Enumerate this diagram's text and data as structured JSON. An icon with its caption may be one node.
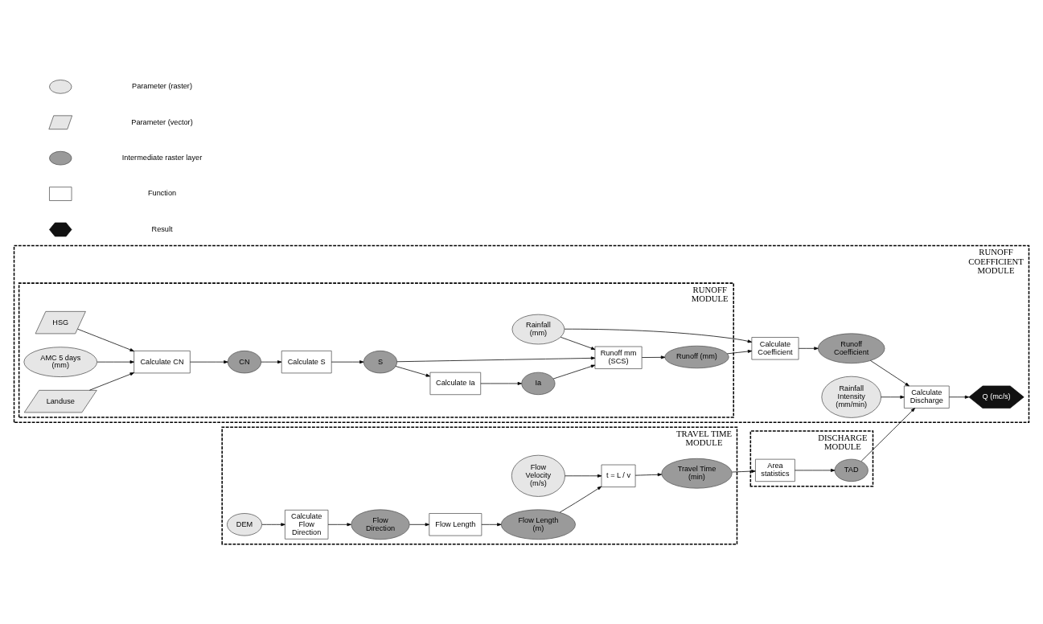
{
  "diagram": {
    "nodes": [
      {
        "text": [
          "RUNOFF COEFFICIENT MODULE"
        ]
      },
      {
        "text": [
          "RUNOFF MODULE"
        ],
        "in": 0
      },
      {
        "text": [
          "HSG"
        ],
        "in": 1
      },
      {
        "text": [
          "Rainfall Intensity (mm/min)"
        ],
        "in": 0
      },
      {
        "text": [
          "AMC 5 days (mm)"
        ],
        "in": 1
      },
      {
        "text": [
          "Calculate CN"
        ],
        "in": 1
      },
      {
        "text": [
          "CN"
        ],
        "in": 1
      },
      {
        "text": [
          "Calculate Ia"
        ],
        "in": 1
      },
      {
        "text": [
          "Calculate S"
        ],
        "in": 1
      },
      {
        "text": [
          "S"
        ],
        "in": 1
      },
      {
        "text": [
          "Ia"
        ],
        "in": 1
      },
      {
        "text": [
          "Landuse"
        ],
        "in": 1
      },
      {
        "text": [
          "Runoff mm (SCS)"
        ],
        "in": 1
      },
      {
        "text": [
          "Runoff (mm)"
        ],
        "in": 1
      },
      {
        "text": [
          "Calculate Coefficient"
        ],
        "in": 0
      },
      {
        "text": [
          "Runoff Coefficient"
        ],
        "in": 0
      },
      {
        "text": [
          "Calculate Discharge"
        ],
        "in": 0
      },
      {
        "text": [
          "Q (mc/s)"
        ],
        "in": 0
      },
      {
        "text": [
          "Rainfall (mm)"
        ],
        "in": 1
      },
      {
        "text": [
          "TRAVEL TIME MODULE"
        ]
      },
      {
        "text": [
          "Flow Velocity (m/s)"
        ],
        "in": 19
      },
      {
        "text": [
          "t = L / v"
        ],
        "in": 19
      },
      {
        "text": [
          "Travel Time (min)"
        ],
        "in": 19
      },
      {
        "text": [
          "DISCHARGE MODULE"
        ]
      },
      {
        "text": [
          "Area statistics"
        ],
        "in": 23
      },
      {
        "text": [
          "TAD"
        ],
        "in": 23
      },
      {
        "text": [
          "DEM"
        ],
        "in": 19
      },
      {
        "text": [
          "Calculate Flow Direction"
        ],
        "in": 19
      },
      {
        "text": [
          "Flow Direction"
        ],
        "in": 19
      },
      {
        "text": [
          "Flow Length"
        ],
        "in": 19
      },
      {
        "text": [
          "Flow Length (m)"
        ],
        "in": 19
      }
    ],
    "edges": [
      {
        "from": 2,
        "to": 5,
        "arrow": "to"
      },
      {
        "from": 4,
        "to": 5,
        "arrow": "to"
      },
      {
        "from": 11,
        "to": 5,
        "arrow": "to"
      },
      {
        "from": 5,
        "to": 6,
        "arrow": "to"
      },
      {
        "from": 6,
        "to": 8,
        "arrow": "to"
      },
      {
        "from": 8,
        "to": 9,
        "arrow": "to"
      },
      {
        "from": 9,
        "to": 7,
        "arrow": "to"
      },
      {
        "from": 9,
        "to": 12,
        "arrow": "to"
      },
      {
        "from": 7,
        "to": 10,
        "arrow": "to"
      },
      {
        "from": 10,
        "to": 12,
        "arrow": "to"
      },
      {
        "from": 12,
        "to": 13,
        "arrow": "to"
      },
      {
        "from": 13,
        "to": 14,
        "arrow": "to"
      },
      {
        "from": 18,
        "to": 12,
        "arrow": "to"
      },
      {
        "from": 18,
        "to": 14,
        "arrow": "to"
      },
      {
        "from": 14,
        "to": 15,
        "arrow": "to"
      },
      {
        "from": 15,
        "to": 16,
        "arrow": "to"
      },
      {
        "from": 3,
        "to": 16,
        "arrow": "to"
      },
      {
        "from": 16,
        "to": 17,
        "arrow": "to"
      },
      {
        "from": 20,
        "to": 21,
        "arrow": "to"
      },
      {
        "from": 21,
        "to": 22,
        "arrow": "to"
      },
      {
        "from": 22,
        "to": 24,
        "arrow": "to"
      },
      {
        "from": 24,
        "to": 25,
        "arrow": "to"
      },
      {
        "from": 25,
        "to": 16,
        "arrow": "to"
      },
      {
        "from": 26,
        "to": 27,
        "arrow": "to"
      },
      {
        "from": 27,
        "to": 28,
        "arrow": "to"
      },
      {
        "from": 28,
        "to": 29,
        "arrow": "to"
      },
      {
        "from": 29,
        "to": 30,
        "arrow": "to"
      },
      {
        "from": 30,
        "to": 21,
        "arrow": "to"
      }
    ],
    "legend": [
      {
        "text": "Parameter (raster)"
      },
      {
        "text": "Parameter (vector)"
      },
      {
        "text": "Intermediate raster layer"
      },
      {
        "text": "Function"
      },
      {
        "text": "Result"
      }
    ]
  }
}
